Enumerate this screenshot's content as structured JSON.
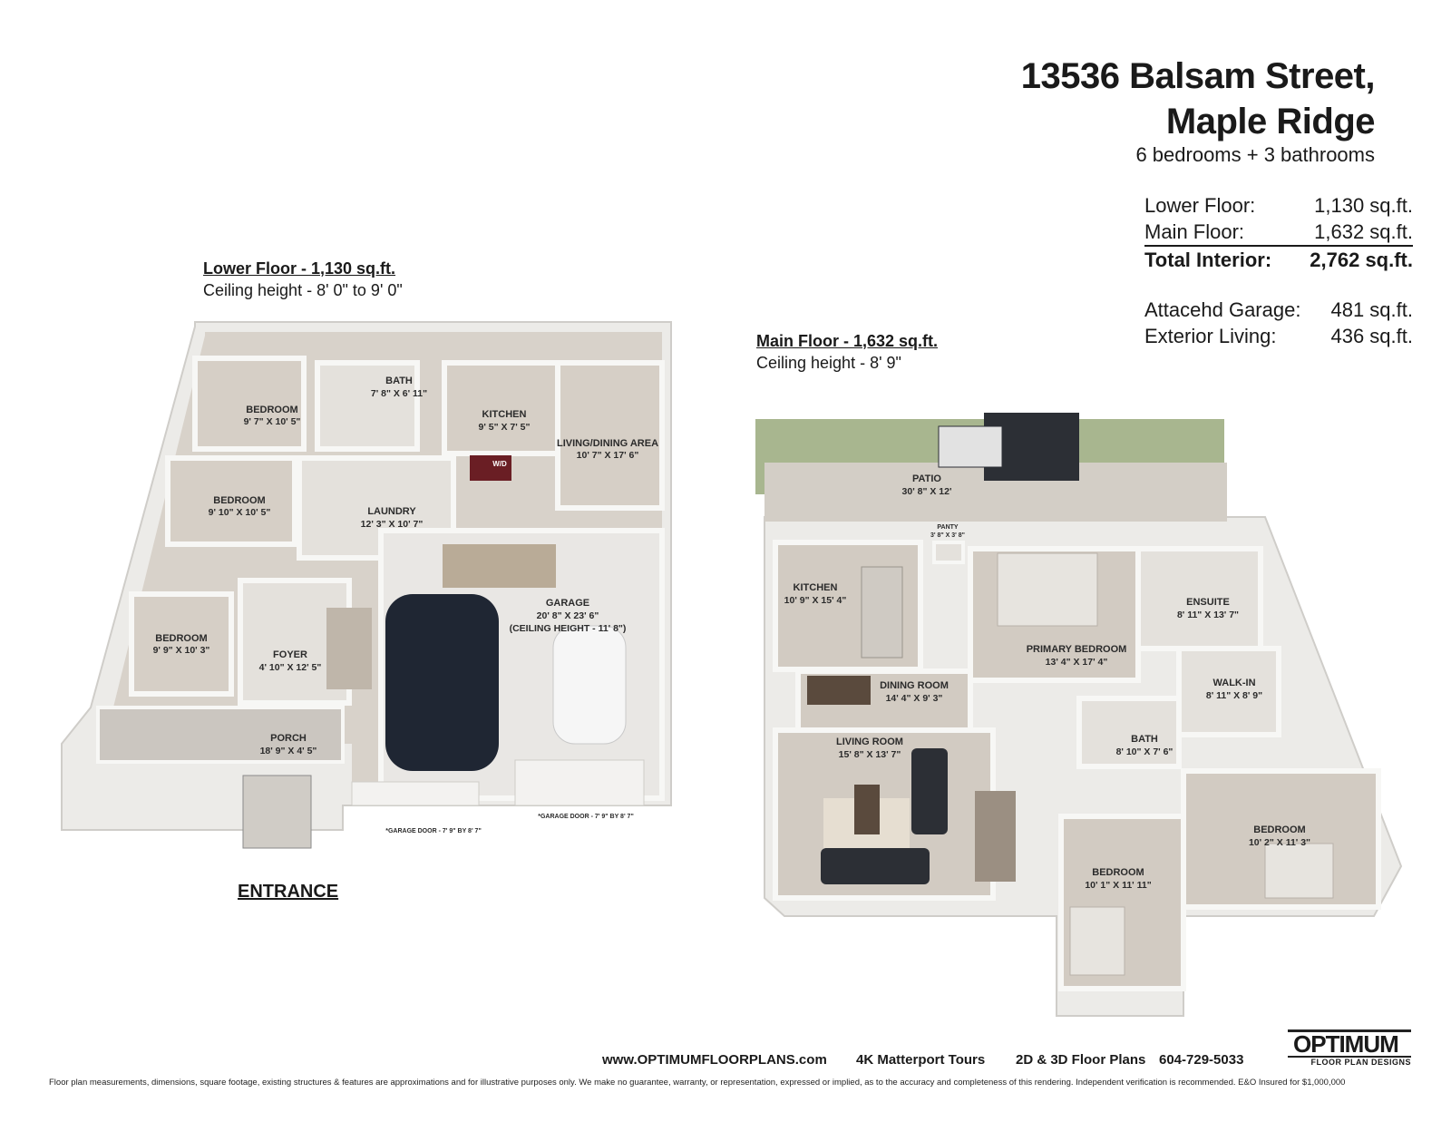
{
  "header": {
    "address_line1": "13536 Balsam Street,",
    "address_line2": "Maple Ridge",
    "subtitle": "6 bedrooms + 3 bathrooms"
  },
  "stats": {
    "lower": {
      "label": "Lower Floor:",
      "value": "1,130 sq.ft."
    },
    "main": {
      "label": "Main Floor:",
      "value": "1,632 sq.ft."
    },
    "total": {
      "label": "Total Interior:",
      "value": "2,762 sq.ft."
    },
    "garage": {
      "label": "Attacehd Garage:",
      "value": "481 sq.ft."
    },
    "exterior": {
      "label": "Exterior Living:",
      "value": "436 sq.ft."
    }
  },
  "lower_floor": {
    "title": "Lower Floor - 1,130 sq.ft.",
    "ceiling": "Ceiling height - 8' 0\" to 9' 0\"",
    "rooms": {
      "bedroom1": {
        "name": "BEDROOM",
        "dim": "9' 7\" X 10' 5\""
      },
      "bath": {
        "name": "BATH",
        "dim": "7' 8\" X 6' 11\""
      },
      "kitchen": {
        "name": "KITCHEN",
        "dim": "9' 5\" X 7' 5\""
      },
      "living": {
        "name": "LIVING/DINING AREA",
        "dim": "10' 7\" X 17' 6\""
      },
      "bedroom2": {
        "name": "BEDROOM",
        "dim": "9' 10\" X 10' 5\""
      },
      "laundry": {
        "name": "LAUNDRY",
        "dim": "12' 3\" X 10' 7\""
      },
      "wd": {
        "name": "W/D"
      },
      "garage": {
        "name": "GARAGE",
        "dim": "20' 8\" X 23' 6\"",
        "note": "(CEILING HEIGHT - 11' 8\")"
      },
      "bedroom3": {
        "name": "BEDROOM",
        "dim": "9' 9\" X 10' 3\""
      },
      "foyer": {
        "name": "FOYER",
        "dim": "4' 10\" X 12' 5\""
      },
      "porch": {
        "name": "PORCH",
        "dim": "18' 9\" X 4' 5\""
      }
    },
    "garage_door_left": "*GARAGE DOOR - 7' 9\" BY 8' 7\"",
    "garage_door_right": "*GARAGE DOOR - 7' 9\" BY 8' 7\"",
    "entrance": "ENTRANCE"
  },
  "main_floor": {
    "title": "Main Floor - 1,632 sq.ft.",
    "ceiling": "Ceiling height - 8' 9\"",
    "rooms": {
      "patio": {
        "name": "PATIO",
        "dim": "30' 8\" X 12'"
      },
      "panty": {
        "name": "PANTY",
        "dim": "3' 8\" X 3' 8\""
      },
      "kitchen": {
        "name": "KITCHEN",
        "dim": "10' 9\" X 15' 4\""
      },
      "ensuite": {
        "name": "ENSUITE",
        "dim": "8' 11\" X 13' 7\""
      },
      "primary": {
        "name": "PRIMARY BEDROOM",
        "dim": "13' 4\" X 17' 4\""
      },
      "dining": {
        "name": "DINING ROOM",
        "dim": "14' 4\" X 9' 3\""
      },
      "walkin": {
        "name": "WALK-IN",
        "dim": "8' 11\" X 8' 9\""
      },
      "bath": {
        "name": "BATH",
        "dim": "8' 10\" X 7' 6\""
      },
      "living": {
        "name": "LIVING ROOM",
        "dim": "15' 8\" X 13' 7\""
      },
      "bedroom_right": {
        "name": "BEDROOM",
        "dim": "10' 2\" X 11' 3\""
      },
      "bedroom_bottom": {
        "name": "BEDROOM",
        "dim": "10' 1\" X 11' 11\""
      }
    }
  },
  "footer": {
    "website": "www.OPTIMUMFLOORPLANS.com",
    "service1": "4K Matterport Tours",
    "service2": "2D & 3D Floor Plans",
    "phone": "604-729-5033",
    "disclaimer": "Floor plan measurements, dimensions, square footage, existing structures & features are approximations and for illustrative purposes only. We make no guarantee, warranty, or representation, expressed or implied, as to the accuracy and completeness of this rendering. Independent verification is recommended. E&O Insured for $1,000,000"
  },
  "logo": {
    "word": "OPTIMUM",
    "tag": "FLOOR PLAN DESIGNS"
  },
  "colors": {
    "floor": "#d9d4cd",
    "wall": "#f4f3f1",
    "grass": "#9fb084",
    "text": "#1a1a1a"
  }
}
